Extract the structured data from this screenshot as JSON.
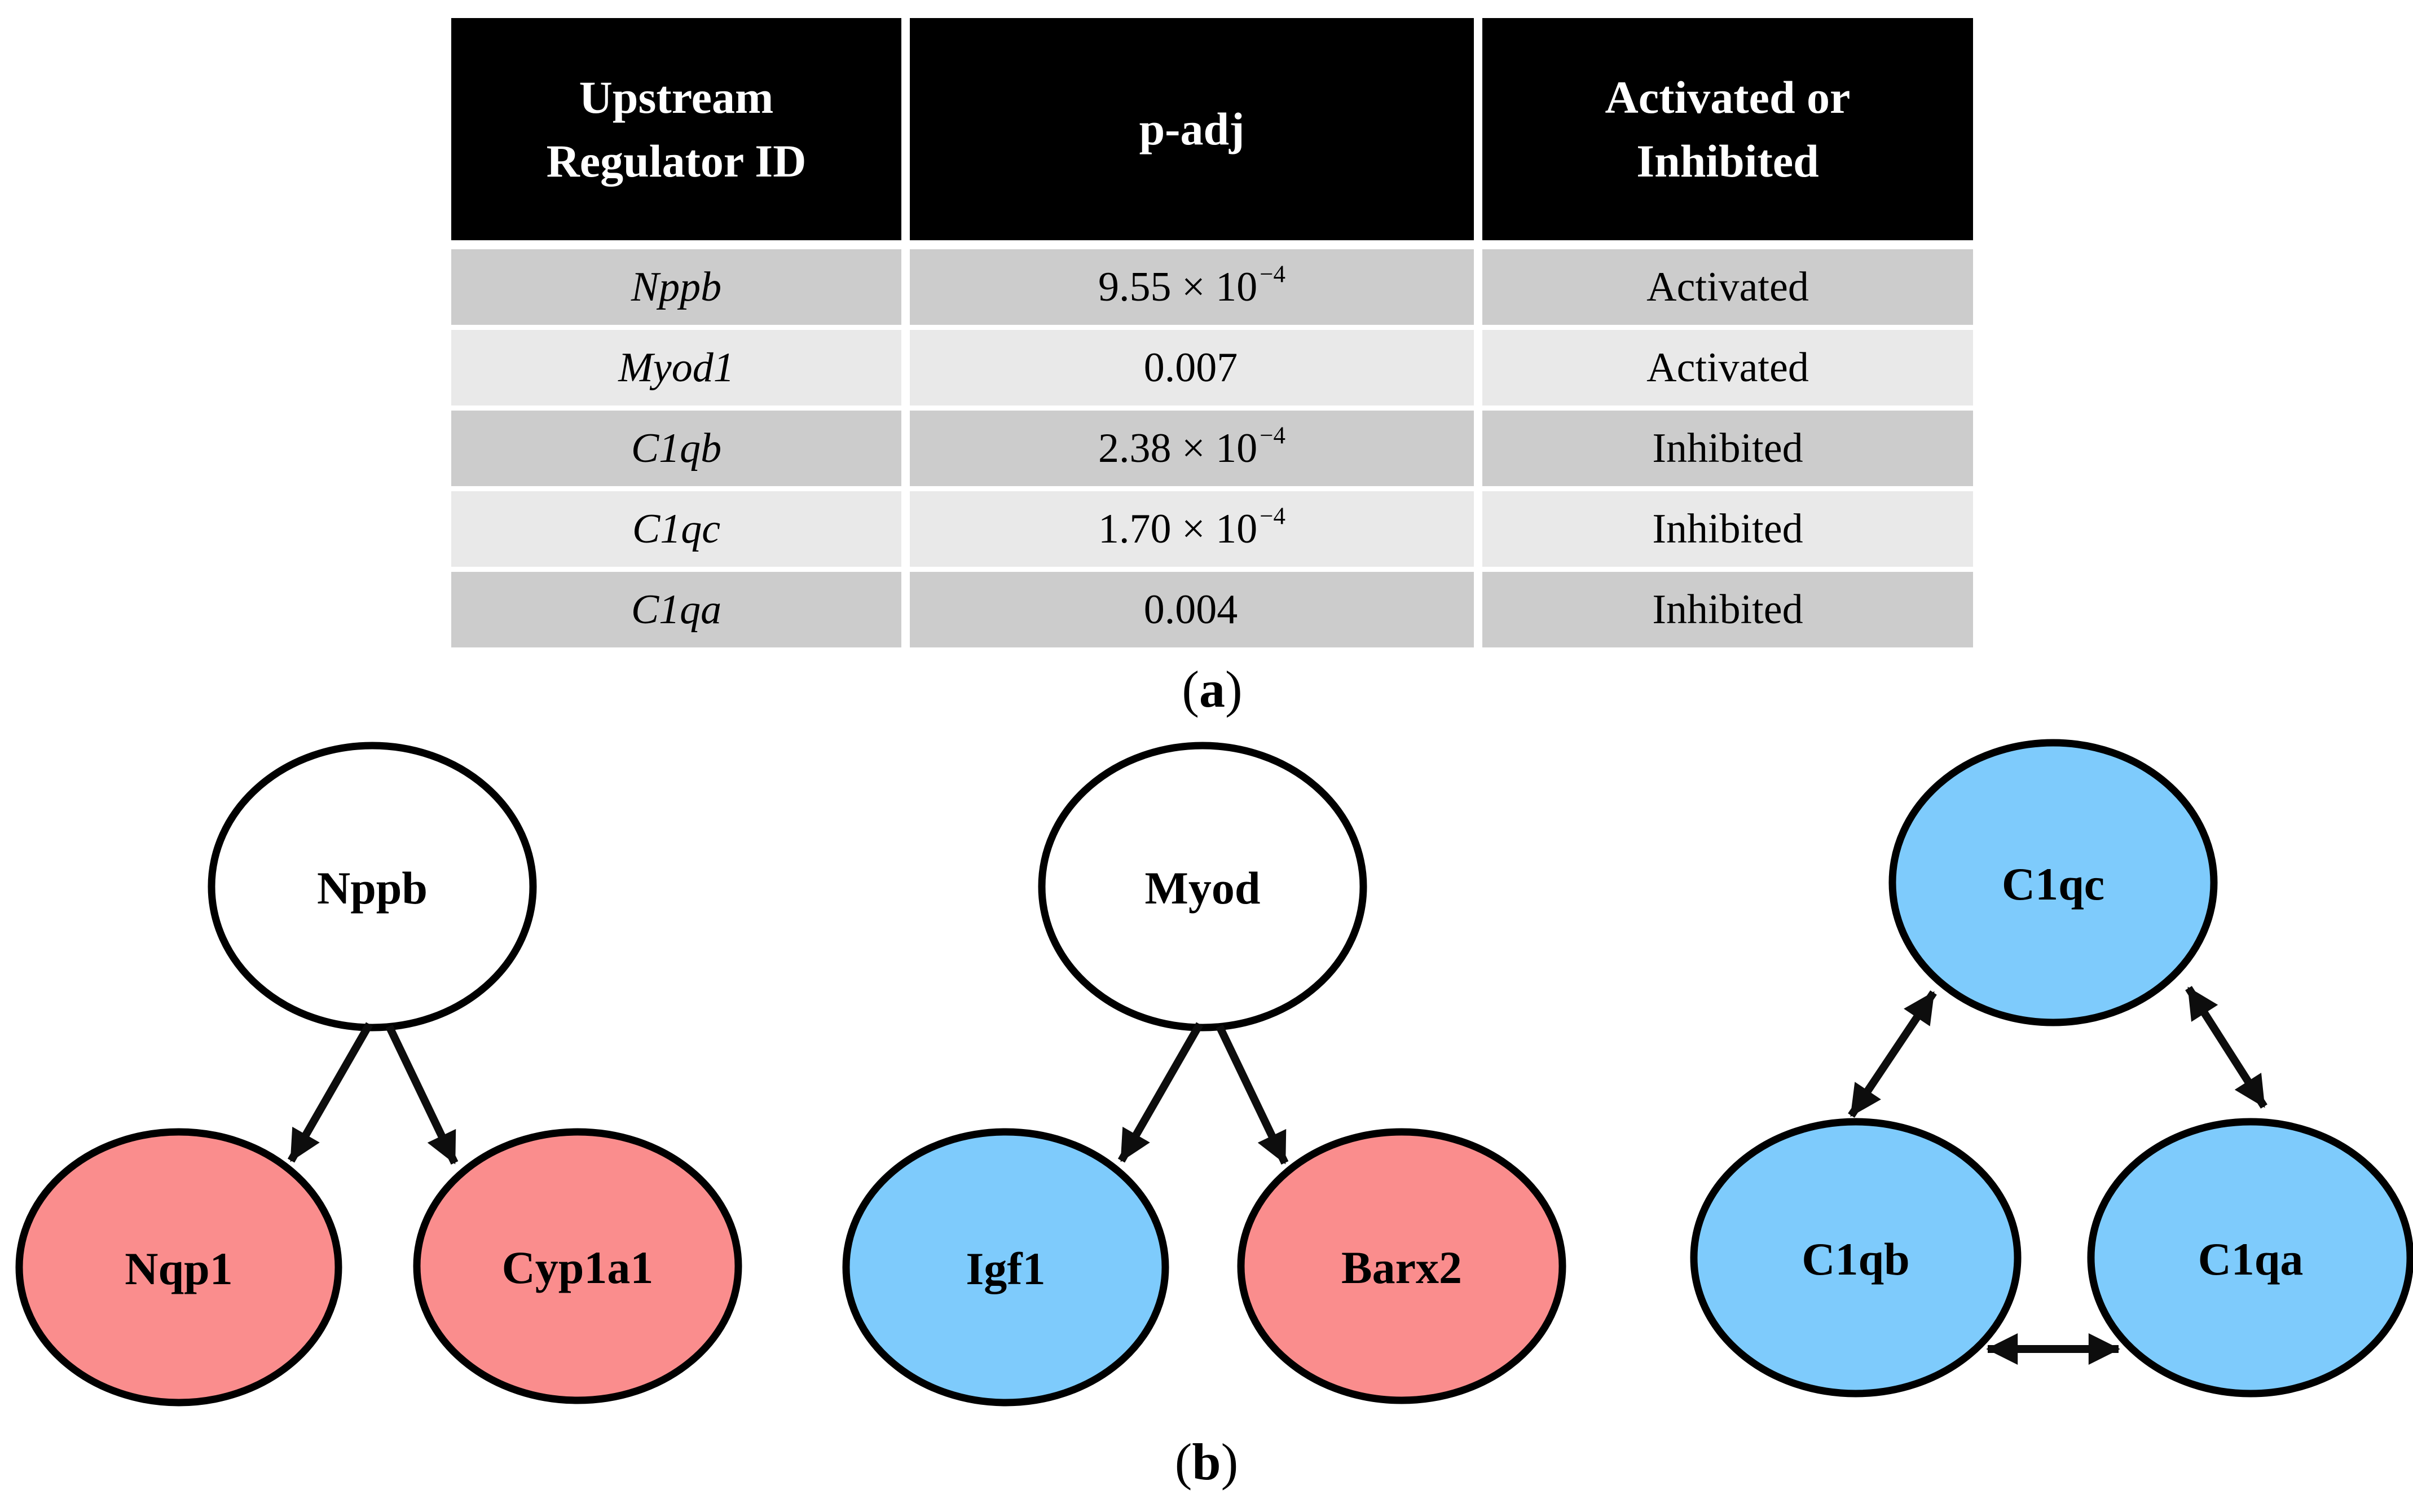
{
  "figure": {
    "panel_a_label": {
      "open": "(",
      "letter": "a",
      "close": ")"
    },
    "panel_b_label": {
      "open": "(",
      "letter": "b",
      "close": ")"
    }
  },
  "table": {
    "headers": {
      "regulator": "Upstream\nRegulator ID",
      "padj": "p-adj",
      "status": "Activated or\nInhibited"
    },
    "rows": [
      {
        "regulator": "Nppb",
        "p_base": "9.55 × 10",
        "p_exp": "−4",
        "status": "Activated"
      },
      {
        "regulator": "Myod1",
        "p_base": "0.007",
        "p_exp": "",
        "status": "Activated"
      },
      {
        "regulator": "C1qb",
        "p_base": "2.38 × 10",
        "p_exp": "−4",
        "status": "Inhibited"
      },
      {
        "regulator": "C1qc",
        "p_base": "1.70 × 10",
        "p_exp": "−4",
        "status": "Inhibited"
      },
      {
        "regulator": "C1qa",
        "p_base": "0.004",
        "p_exp": "",
        "status": "Inhibited"
      }
    ],
    "colors": {
      "header_bg": "#000000",
      "header_text": "#ffffff",
      "row_odd": "#cccccc",
      "row_even": "#e9e9e9"
    }
  },
  "networks": [
    {
      "name": "Nppb network",
      "nodes": [
        {
          "label": "Nppb",
          "fill": "#ffffff"
        },
        {
          "label": "Nqp1",
          "fill": "#fa8d8d"
        },
        {
          "label": "Cyp1a1",
          "fill": "#fa8d8d"
        }
      ],
      "edges": [
        {
          "from": "Nppb",
          "to": "Nqp1",
          "type": "directed"
        },
        {
          "from": "Nppb",
          "to": "Cyp1a1",
          "type": "directed"
        }
      ]
    },
    {
      "name": "Myod network",
      "nodes": [
        {
          "label": "Myod",
          "fill": "#ffffff"
        },
        {
          "label": "Igf1",
          "fill": "#7ecbfc"
        },
        {
          "label": "Barx2",
          "fill": "#fa8d8d"
        }
      ],
      "edges": [
        {
          "from": "Myod",
          "to": "Igf1",
          "type": "directed"
        },
        {
          "from": "Myod",
          "to": "Barx2",
          "type": "directed"
        }
      ]
    },
    {
      "name": "C1q network",
      "nodes": [
        {
          "label": "C1qc",
          "fill": "#7ecbfc"
        },
        {
          "label": "C1qb",
          "fill": "#7ecbfc"
        },
        {
          "label": "C1qa",
          "fill": "#7ecbfc"
        }
      ],
      "edges": [
        {
          "from": "C1qb",
          "to": "C1qc",
          "type": "bidirectional"
        },
        {
          "from": "C1qc",
          "to": "C1qa",
          "type": "bidirectional"
        },
        {
          "from": "C1qb",
          "to": "C1qa",
          "type": "bidirectional"
        }
      ]
    }
  ]
}
